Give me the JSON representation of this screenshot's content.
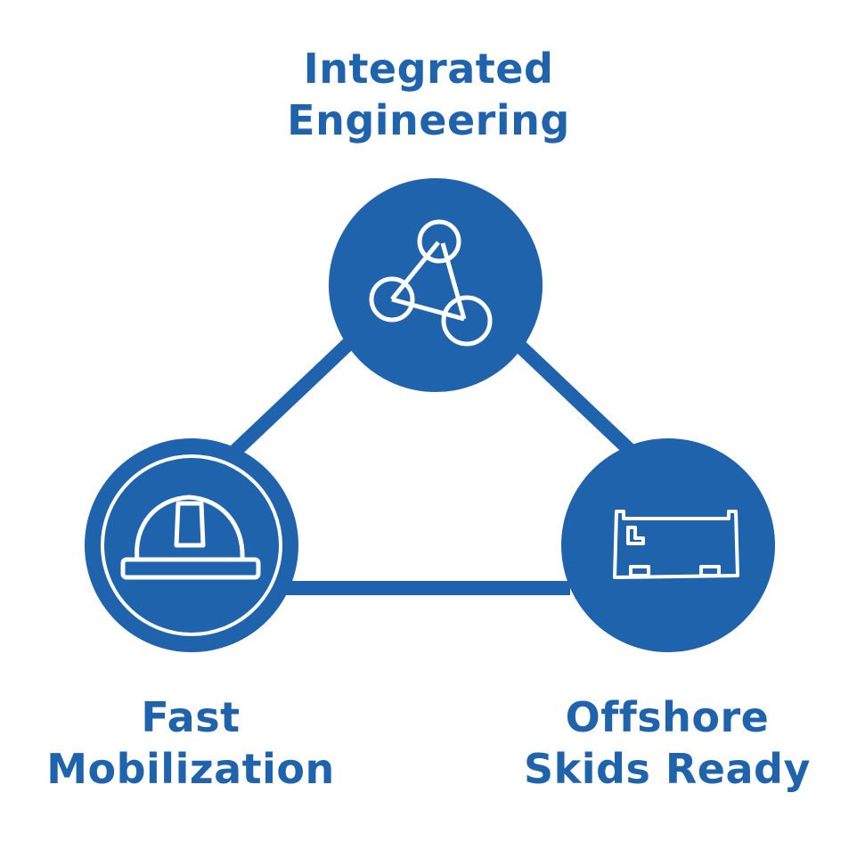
{
  "colors": {
    "accent": "#1f63ad",
    "background": "#ffffff",
    "icon": "#ffffff"
  },
  "nodes": {
    "top": {
      "label_lines": [
        "Integrated",
        "Engineering"
      ],
      "icon": "network-nodes-icon"
    },
    "left": {
      "label_lines": [
        "Fast",
        "Mobilization"
      ],
      "icon": "hard-hat-icon"
    },
    "right": {
      "label_lines": [
        "Offshore",
        "Skids Ready"
      ],
      "icon": "skid-container-icon"
    }
  }
}
